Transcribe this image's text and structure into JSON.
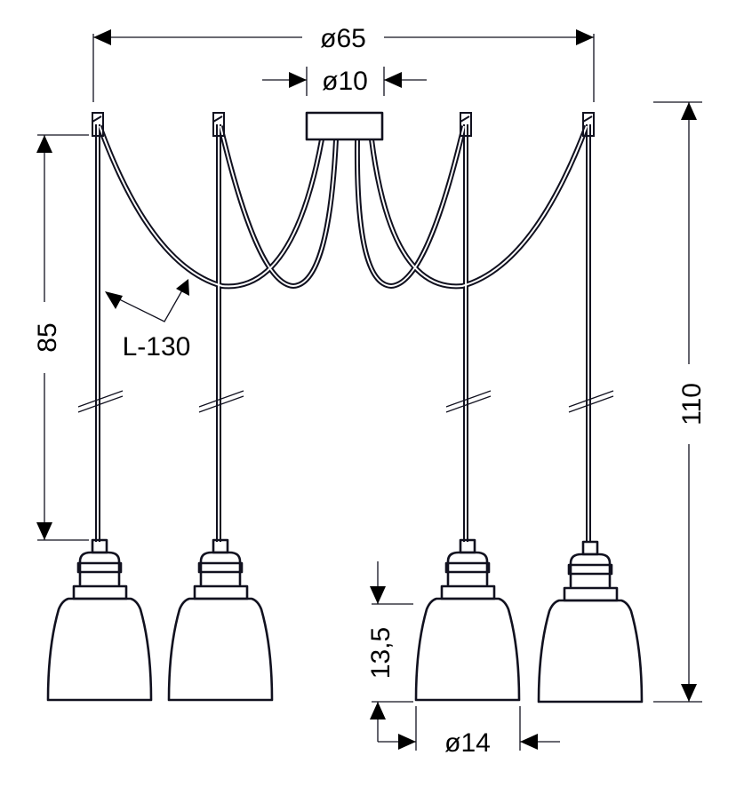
{
  "diagram": {
    "title": "4-light pendant lamp dimensions",
    "labels": {
      "overall_diameter": "ø65",
      "canopy_diameter": "ø10",
      "cable_length_drop": "85",
      "cable_length": "L-130",
      "total_height": "110",
      "shade_height": "13,5",
      "shade_diameter": "ø14"
    }
  }
}
